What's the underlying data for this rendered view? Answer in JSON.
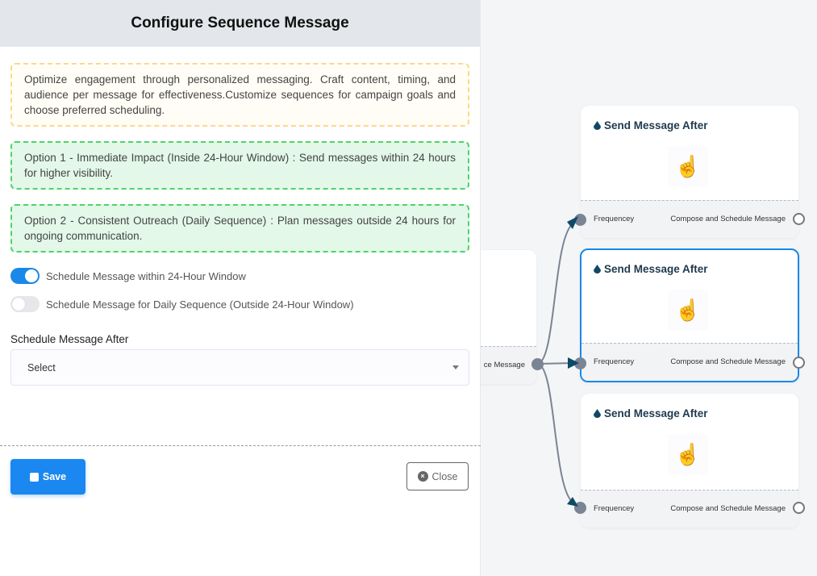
{
  "panel": {
    "title": "Configure Sequence Message",
    "info": "Optimize engagement through personalized messaging. Craft content, timing, and audience per message for effectiveness.Customize sequences for campaign goals and choose preferred scheduling.",
    "option1": "Option 1 - Immediate Impact (Inside 24-Hour Window) : Send messages within 24 hours for higher visibility.",
    "option2": "Option 2 - Consistent Outreach (Daily Sequence) : Plan messages outside 24 hours for ongoing communication.",
    "toggles": [
      {
        "label": "Schedule Message within 24-Hour Window",
        "on": true
      },
      {
        "label": "Schedule Message for Daily Sequence (Outside 24-Hour Window)",
        "on": false
      }
    ],
    "field_label": "Schedule Message After",
    "select_value": "Select",
    "save": "Save",
    "close": "Close"
  },
  "canvas": {
    "partial_node_label": "ce Message",
    "nodes": [
      {
        "title": "Send Message After",
        "left": "Frequencey",
        "right": "Compose and Schedule Message",
        "selected": false
      },
      {
        "title": "Send Message After",
        "left": "Frequencey",
        "right": "Compose and Schedule Message",
        "selected": true
      },
      {
        "title": "Send Message After",
        "left": "Frequencey",
        "right": "Compose and Schedule Message",
        "selected": false
      }
    ]
  },
  "colors": {
    "accent": "#1a88e8",
    "edge": "#7b8494",
    "arrow": "#0d4a66"
  }
}
